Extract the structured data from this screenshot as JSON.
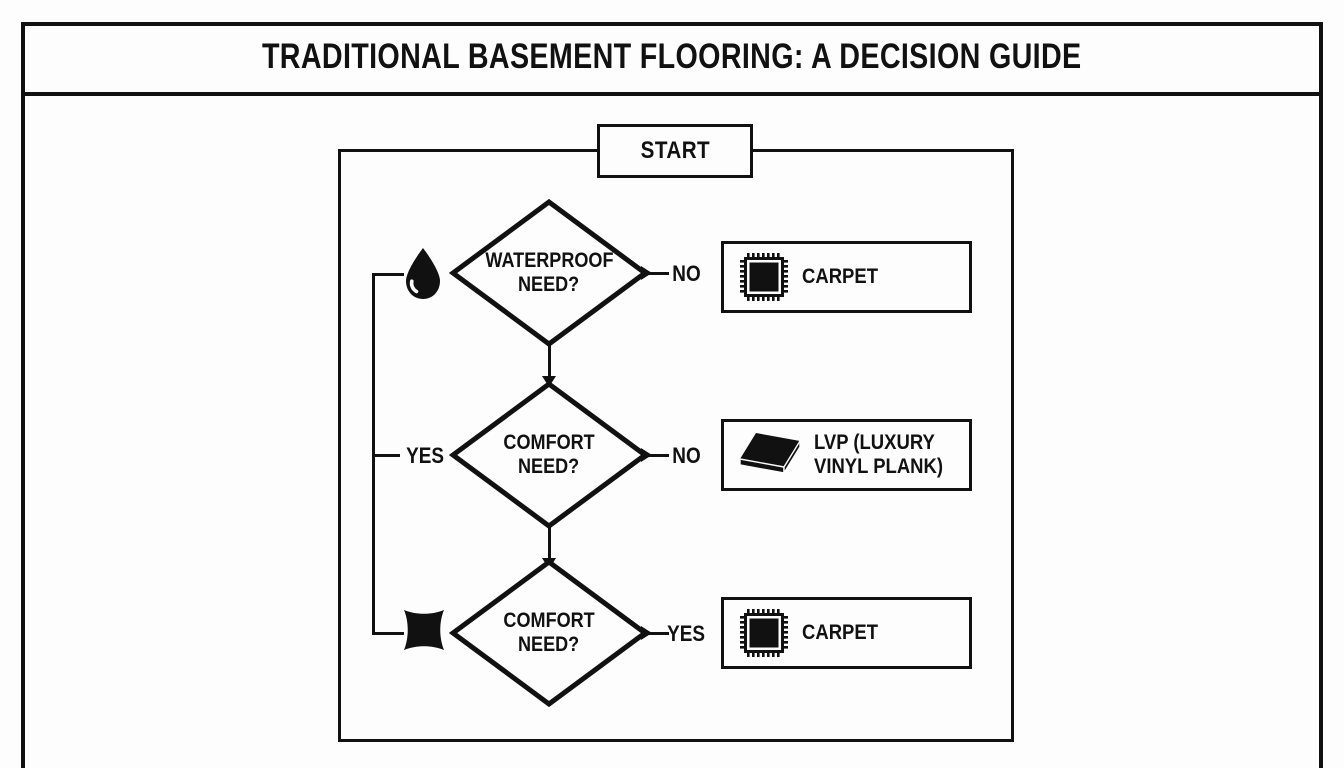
{
  "page": {
    "title": "TRADITIONAL BASEMENT FLOORING: A DECISION GUIDE",
    "background_color": "#fdfdfd",
    "ink_color": "#111111"
  },
  "flow": {
    "start": {
      "label": "START"
    },
    "decisions": [
      {
        "id": "waterproof",
        "line1": "WATERPROOF",
        "line2": "NEED?",
        "left_icon": "water-drop-icon",
        "right_branch_label": "NO",
        "left_branch_label": ""
      },
      {
        "id": "comfort-1",
        "line1": "COMFORT",
        "line2": "NEED?",
        "left_icon": "",
        "right_branch_label": "NO",
        "left_branch_label": "YES"
      },
      {
        "id": "comfort-2",
        "line1": "COMFORT",
        "line2": "NEED?",
        "left_icon": "pillow-icon",
        "right_branch_label": "YES",
        "left_branch_label": ""
      }
    ],
    "results": [
      {
        "id": "carpet-top",
        "label": "CARPET",
        "icon": "rug-icon"
      },
      {
        "id": "lvp",
        "label": "LVP (LUXURY\nVINYL PLANK)",
        "icon": "vinyl-plank-icon"
      },
      {
        "id": "carpet-bottom",
        "label": "CARPET",
        "icon": "rug-icon"
      }
    ]
  }
}
